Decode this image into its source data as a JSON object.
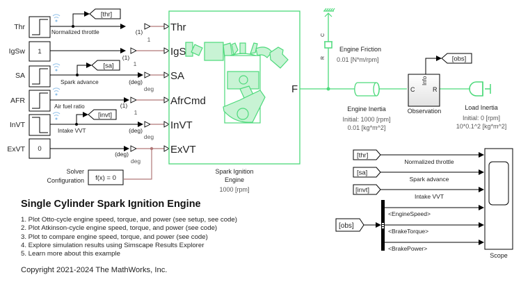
{
  "inputs": [
    {
      "label": "Thr",
      "block": "step",
      "signal": "Normalized throttle",
      "unit_conv": "(1)",
      "unit": "1",
      "goto": "[thr]"
    },
    {
      "label": "IgSw",
      "block": "constant",
      "value": "1",
      "unit_conv": "(1)",
      "unit": "1"
    },
    {
      "label": "SA",
      "block": "step",
      "signal": "Spark advance",
      "unit_conv": "(deg)",
      "unit": "deg",
      "goto": "[sa]"
    },
    {
      "label": "AFR",
      "block": "step",
      "signal": "Air fuel ratio",
      "unit_conv": "(1)",
      "unit": "1"
    },
    {
      "label": "InVT",
      "block": "step-down",
      "signal": "Intake VVT",
      "unit_conv": "(deg)",
      "unit": "deg",
      "goto": "[invt]"
    },
    {
      "label": "ExVT",
      "block": "constant",
      "value": "0",
      "unit_conv": "(deg)",
      "unit": "deg"
    }
  ],
  "solver": {
    "label_line1": "Solver",
    "label_line2": "Configuration",
    "expr": "f(x) = 0"
  },
  "engine": {
    "ports": [
      "Thr",
      "IgSw",
      "SA",
      "AfrCmd",
      "InVT",
      "ExVT"
    ],
    "out_port": "F",
    "name_line1": "Spark Ignition",
    "name_line2": "Engine",
    "param": "1000 [rpm]"
  },
  "friction": {
    "name": "Engine Friction",
    "param": "0.01 [N*m/rpm]",
    "port_c": "C",
    "port_r": "R"
  },
  "engine_inertia": {
    "name": "Engine Inertia",
    "param1": "Initial: 1000 [rpm]",
    "param2": "0.01 [kg*m^2]"
  },
  "observation": {
    "name": "Observation",
    "port_c": "C",
    "port_r": "R",
    "port_info": "Info",
    "goto": "[obs]"
  },
  "load_inertia": {
    "name": "Load Inertia",
    "param1": "Initial: 0 [rpm]",
    "param2": "10*0.1^2 [kg*m^2]"
  },
  "scope": {
    "name": "Scope",
    "froms": [
      {
        "tag": "[thr]",
        "signal": "Normalized throttle"
      },
      {
        "tag": "[sa]",
        "signal": "Spark advance"
      },
      {
        "tag": "[invt]",
        "signal": "Intake VVT"
      }
    ],
    "bus_from": "[obs]",
    "bus_signals": [
      "<EngineSpeed>",
      "<BrakeTorque>",
      "<BrakePower>"
    ]
  },
  "doc": {
    "title": "Single Cylinder Spark Ignition Engine",
    "links": [
      "1. Plot Otto-cycle engine speed, torque, and power (see setup, see code)",
      "2. Plot Atkinson-cycle engine speed, torque, and power (see code)",
      "3. Plot to compare engine speed, torque, and power (see code)",
      "4. Explore simulation results using Simscape Results Explorer",
      "5. Learn more about this example"
    ],
    "copyright": "Copyright 2021-2024 The MathWorks, Inc."
  },
  "colors": {
    "physical": "#4cd97a",
    "physical_fill": "#c8f3d4",
    "conn": "#b07878",
    "signal": "#000000"
  }
}
